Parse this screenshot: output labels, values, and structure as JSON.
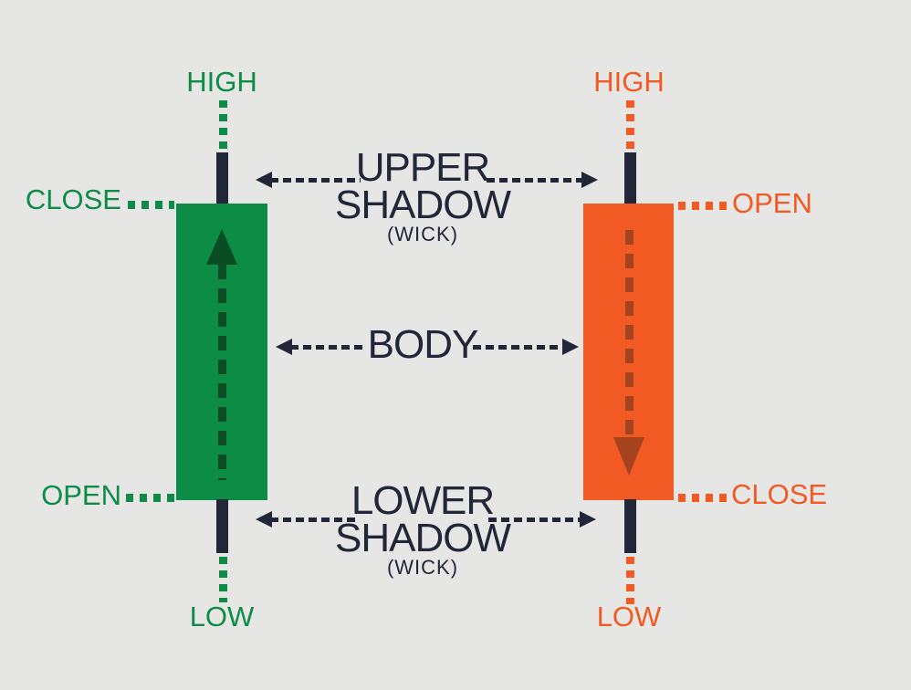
{
  "colors": {
    "bg": "#e6e6e5",
    "green": "#0d8c45",
    "green-dark": "#0a4c24",
    "orange": "#f25a24",
    "orange-dark": "#a4431e",
    "ink": "#212639"
  },
  "bullish_candle": {
    "high": "HIGH",
    "close": "CLOSE",
    "open": "OPEN",
    "low": "LOW"
  },
  "bearish_candle": {
    "high": "HIGH",
    "open": "OPEN",
    "close": "CLOSE",
    "low": "LOW"
  },
  "annotations": {
    "upper_shadow": {
      "line1": "UPPER",
      "line2": "SHADOW",
      "line3": "(WICK)"
    },
    "body": "BODY",
    "lower_shadow": {
      "line1": "LOWER",
      "line2": "SHADOW",
      "line3": "(WICK)"
    }
  }
}
